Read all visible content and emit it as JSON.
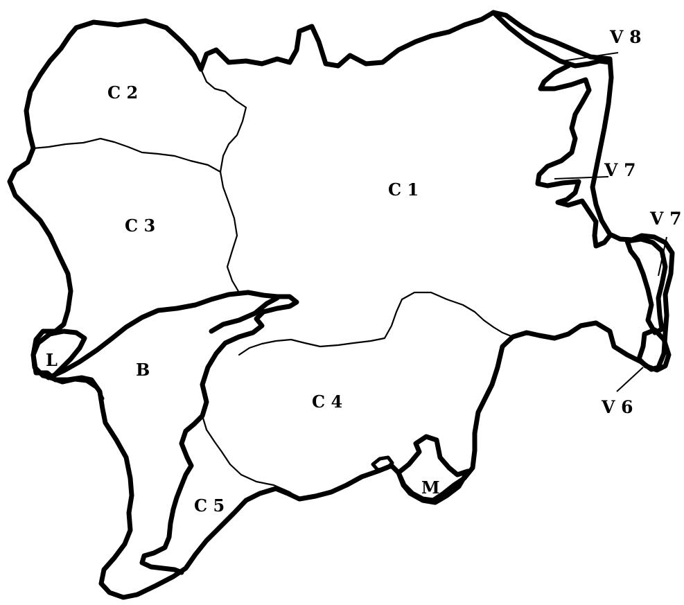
{
  "colors": {
    "ink": "#000000",
    "background": "#ffffff"
  },
  "regions": [
    {
      "id": "c1",
      "label": "C 1"
    },
    {
      "id": "c2",
      "label": "C 2"
    },
    {
      "id": "c3",
      "label": "C 3"
    },
    {
      "id": "c4",
      "label": "C 4"
    },
    {
      "id": "c5",
      "label": "C 5"
    },
    {
      "id": "b",
      "label": "B"
    },
    {
      "id": "l",
      "label": "L"
    },
    {
      "id": "m",
      "label": "M"
    }
  ],
  "callouts": [
    {
      "id": "v8",
      "label": "V 8"
    },
    {
      "id": "v7a",
      "label": "V 7"
    },
    {
      "id": "v7b",
      "label": "V 7"
    },
    {
      "id": "v6",
      "label": "V 6"
    }
  ]
}
